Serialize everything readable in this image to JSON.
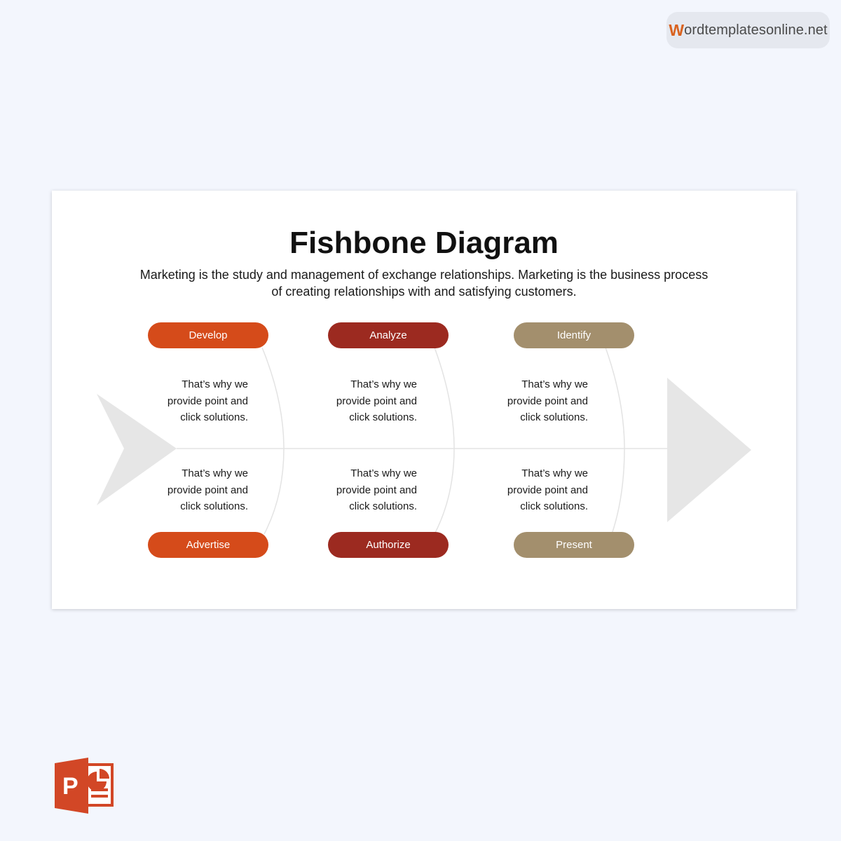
{
  "brand": {
    "first_letter": "W",
    "rest": "ordtemplatesonline.net"
  },
  "slide": {
    "title": "Fishbone Diagram",
    "subtitle": "Marketing is the study and management of exchange relationships. Marketing is the business process of creating relationships with and satisfying customers."
  },
  "colors": {
    "orange": "#d54b1a",
    "crimson": "#9c2a20",
    "tan": "#a38f6d",
    "bone": "#e6e6e6"
  },
  "categories": {
    "top": [
      {
        "label": "Develop",
        "color": "#d54b1a"
      },
      {
        "label": "Analyze",
        "color": "#9c2a20"
      },
      {
        "label": "Identify",
        "color": "#a38f6d"
      }
    ],
    "bottom": [
      {
        "label": "Advertise",
        "color": "#d54b1a"
      },
      {
        "label": "Authorize",
        "color": "#9c2a20"
      },
      {
        "label": "Present",
        "color": "#a38f6d"
      }
    ]
  },
  "descriptions": {
    "top": [
      {
        "line1": "That’s why we",
        "line2": "provide point and",
        "line3": "click solutions."
      },
      {
        "line1": "That’s why we",
        "line2": "provide point and",
        "line3": "click solutions."
      },
      {
        "line1": "That’s why we",
        "line2": "provide point and",
        "line3": "click solutions."
      }
    ],
    "bottom": [
      {
        "line1": "That’s why we",
        "line2": "provide point and",
        "line3": "click solutions."
      },
      {
        "line1": "That’s why we",
        "line2": "provide point and",
        "line3": "click solutions."
      },
      {
        "line1": "That’s why we",
        "line2": "provide point and",
        "line3": "click solutions."
      }
    ]
  },
  "app_icon": {
    "name": "powerpoint-icon",
    "letter": "P",
    "color": "#d24726"
  }
}
